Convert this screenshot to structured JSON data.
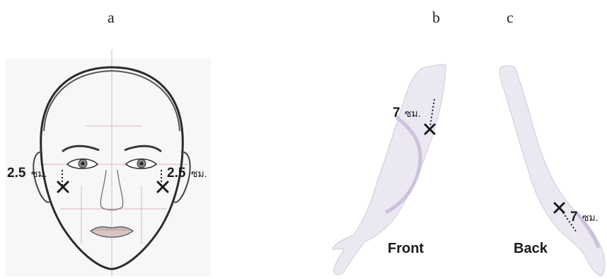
{
  "panels": {
    "a": "a",
    "b": "b",
    "c": "c"
  },
  "face": {
    "left_value": "2.5",
    "left_unit": "ซม.",
    "right_value": "2.5",
    "right_unit": "ซม."
  },
  "arm_front": {
    "value": "7",
    "unit": "ซม.",
    "caption": "Front"
  },
  "arm_back": {
    "value": "7",
    "unit": "ซม.",
    "caption": "Back"
  },
  "colors": {
    "ink": "#1a1a1a",
    "sketch": "#2b2b2b",
    "guide": "#d9b8b3",
    "arm_fill": "#ebe8f1",
    "arm_shade": "#b9a9cf"
  }
}
